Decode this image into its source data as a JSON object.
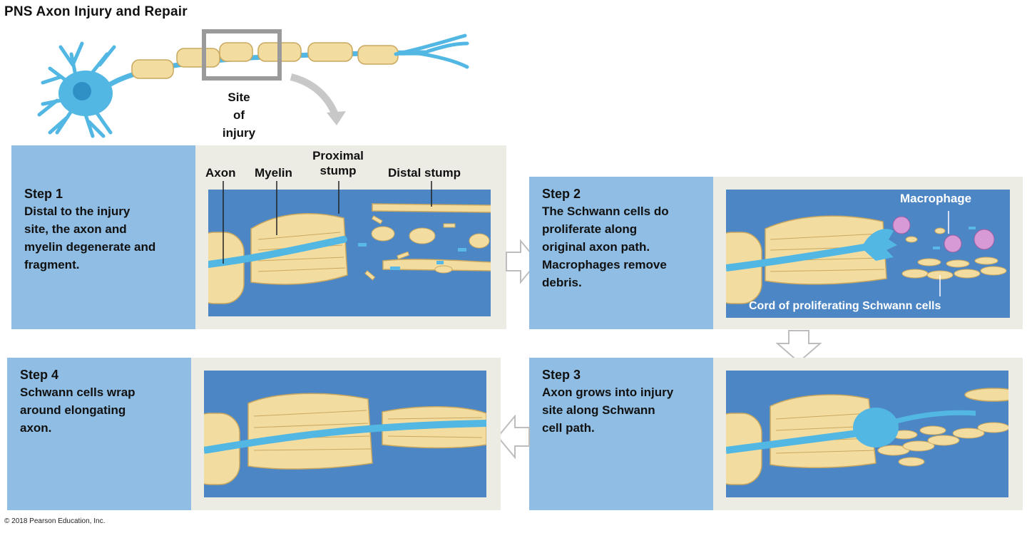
{
  "title": "PNS Axon Injury and Repair",
  "overview": {
    "site_label": [
      "Site",
      "of",
      "injury"
    ]
  },
  "steps": [
    {
      "title": "Step 1",
      "text": [
        "Distal to the injury",
        "site, the axon and",
        "myelin degenerate and",
        "fragment."
      ]
    },
    {
      "title": "Step 2",
      "text": [
        "The Schwann cells do",
        "proliferate along",
        "original axon path.",
        "Macrophages remove",
        "debris."
      ]
    },
    {
      "title": "Step 3",
      "text": [
        "Axon grows into injury",
        "site along Schwann",
        "cell path."
      ]
    },
    {
      "title": "Step 4",
      "text": [
        "Schwann cells wrap",
        "around elongating",
        "axon."
      ]
    }
  ],
  "labels": {
    "axon": "Axon",
    "myelin": "Myelin",
    "proximal_stump": [
      "Proximal",
      "stump"
    ],
    "distal_stump": "Distal stump",
    "macrophage": "Macrophage",
    "cord": "Cord of proliferating Schwann cells"
  },
  "copyright": "© 2018 Pearson Education, Inc.",
  "colors": {
    "step_box": "#8fbde3",
    "panel_bg": "#4d86c4",
    "axon": "#52b7e3",
    "myelin": "#f3dca0",
    "frame": "#ecebe4"
  }
}
